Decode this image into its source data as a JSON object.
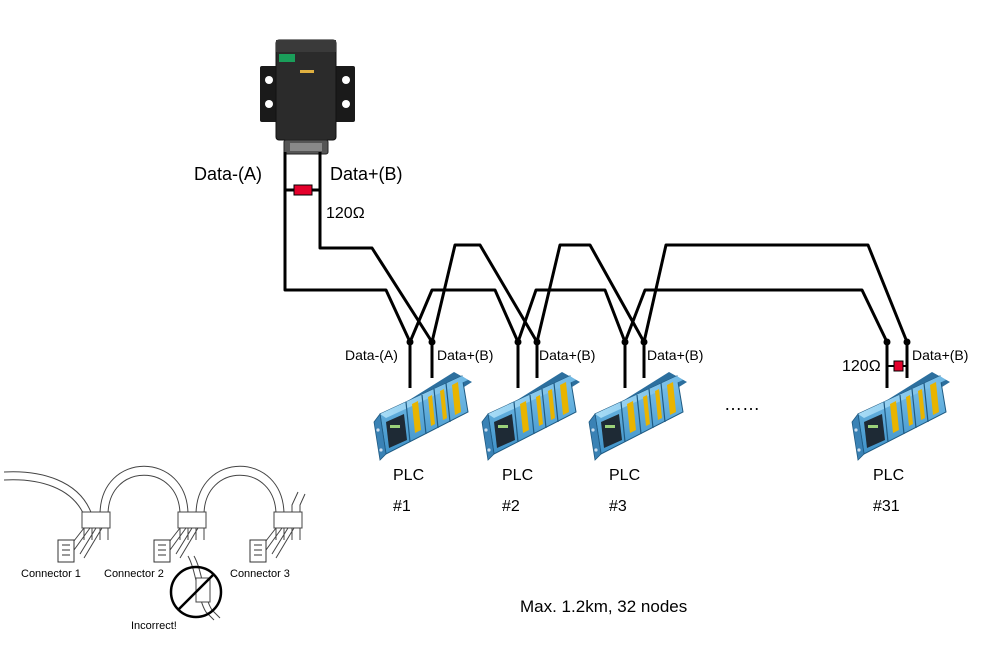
{
  "gateway": {
    "label_a": "Data-(A)",
    "label_b": "Data+(B)",
    "resistor": "120Ω"
  },
  "bus_labels": {
    "first_a": "Data-(A)",
    "b": "Data+(B)",
    "last_resistor": "120Ω"
  },
  "nodes": [
    {
      "name": "PLC",
      "number": "#1"
    },
    {
      "name": "PLC",
      "number": "#2"
    },
    {
      "name": "PLC",
      "number": "#3"
    },
    {
      "name": "PLC",
      "number": "#31"
    }
  ],
  "ellipsis": "……",
  "summary": "Max. 1.2km, 32 nodes",
  "wiring_example": {
    "connector_1": "Connector 1",
    "connector_2": "Connector 2",
    "connector_3": "Connector 3",
    "incorrect": "Incorrect!"
  },
  "colors": {
    "wire": "#000000",
    "resistor": "#e4002b",
    "plc_body": "#5aaee0",
    "plc_dark": "#2c6f9e",
    "terminal": "#e8b400",
    "device_body": "#2b2b2b",
    "device_logo": "#1a9e5a"
  }
}
